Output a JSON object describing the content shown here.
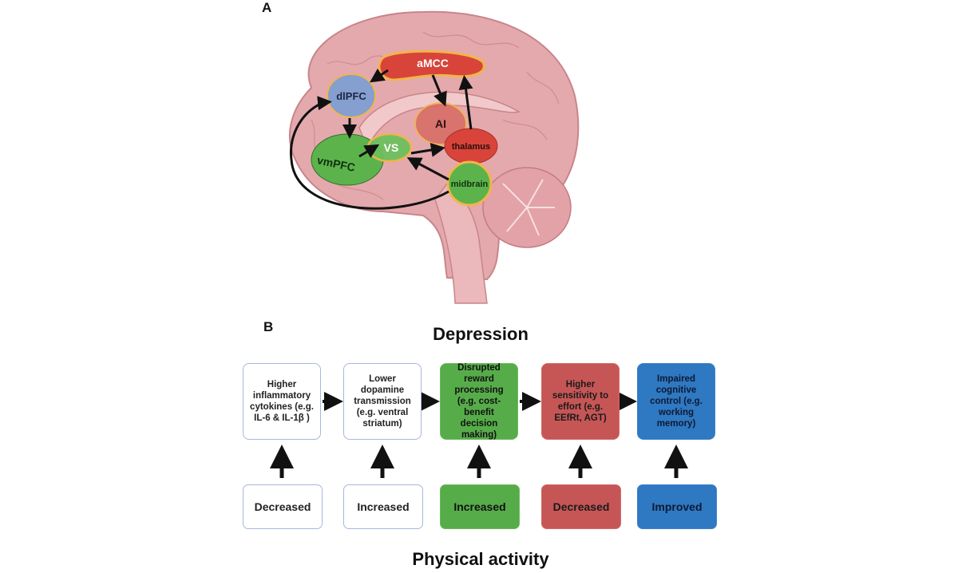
{
  "panel_a": {
    "label": "A",
    "regions": {
      "amcc": "aMCC",
      "dlpfc": "dlPFC",
      "ai": "AI",
      "thalamus": "thalamus",
      "vs": "VS",
      "vmpfc": "vmPFC",
      "midbrain": "midbrain"
    },
    "colors": {
      "brain": "#e4a9ad",
      "red_region": "#d8443a",
      "blue_region": "#7f9fd2",
      "green_region": "#5cb34c",
      "outline": "#f1b54a"
    }
  },
  "panel_b": {
    "label": "B",
    "top_title": "Depression",
    "bottom_title": "Physical activity",
    "depression_boxes": [
      {
        "text": "Higher inflammatory cytokines (e.g. IL-6 & IL-1β )",
        "color": "white"
      },
      {
        "text": "Lower dopamine transmission (e.g. ventral striatum)",
        "color": "white"
      },
      {
        "text": "Disrupted reward processing (e.g. cost-benefit decision making)",
        "color": "green"
      },
      {
        "text": "Higher sensitivity to effort (e.g. EEfRt, AGT)",
        "color": "red"
      },
      {
        "text": "Impaired cognitive control (e.g. working memory)",
        "color": "blue"
      }
    ],
    "activity_boxes": [
      {
        "text": "Decreased",
        "color": "white"
      },
      {
        "text": "Increased",
        "color": "white"
      },
      {
        "text": "Increased",
        "color": "green"
      },
      {
        "text": "Decreased",
        "color": "red"
      },
      {
        "text": "Improved",
        "color": "blue"
      }
    ]
  }
}
